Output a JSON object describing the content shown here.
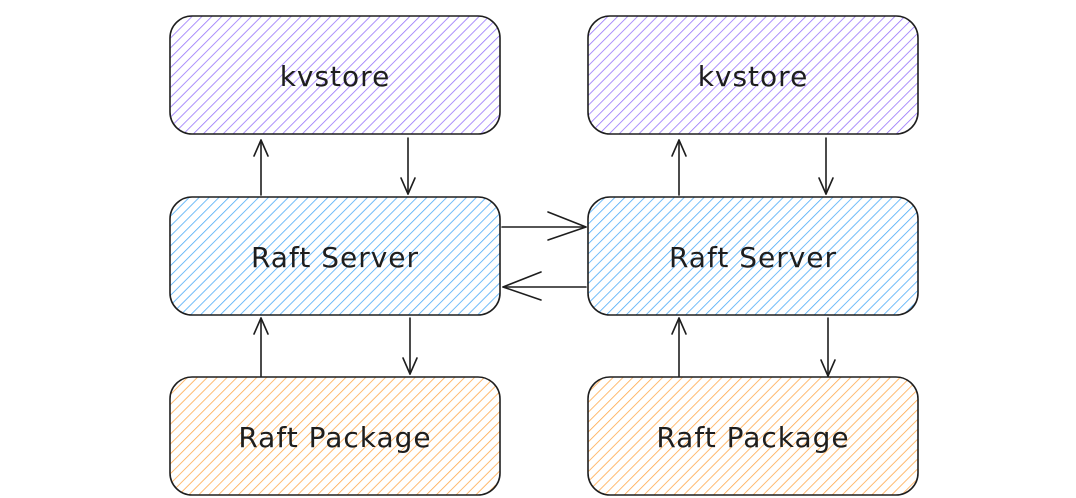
{
  "nodes": {
    "left": {
      "kvstore": {
        "label": "kvstore",
        "color": "#7950f2"
      },
      "raft_server": {
        "label": "Raft Server",
        "color": "#1c7ed6"
      },
      "raft_package": {
        "label": "Raft Package",
        "color": "#f76707"
      }
    },
    "right": {
      "kvstore": {
        "label": "kvstore",
        "color": "#7950f2"
      },
      "raft_server": {
        "label": "Raft Server",
        "color": "#1c7ed6"
      },
      "raft_package": {
        "label": "Raft Package",
        "color": "#f76707"
      }
    }
  },
  "stroke_color": "#1e1e1e"
}
